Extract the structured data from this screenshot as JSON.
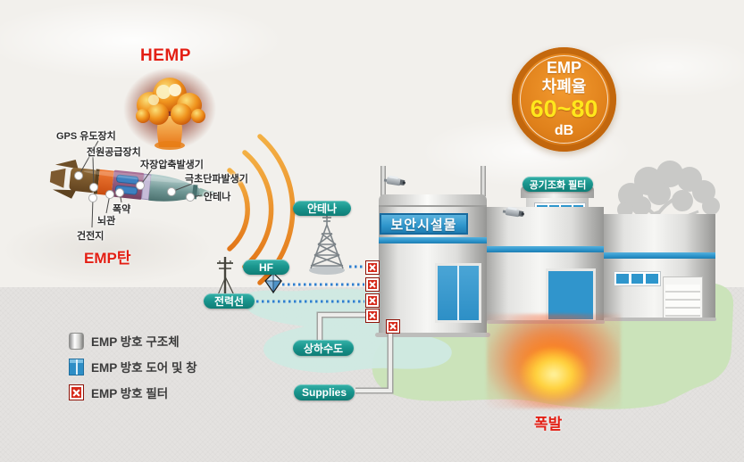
{
  "scene": {
    "hemp_title": "HEMP",
    "emp_bomb_label": "EMP탄",
    "explosion_label": "폭발"
  },
  "missile_labels": [
    "GPS 유도장치",
    "전원공급장치",
    "자장압축발생기",
    "극초단파발생기",
    "안테나",
    "폭약",
    "뇌관",
    "건전지"
  ],
  "badge": {
    "line1": "EMP",
    "line2": "차폐율",
    "value": "60~80",
    "unit": "dB"
  },
  "facility": {
    "sign": "보안시설물",
    "air_filter": "공기조화 필터"
  },
  "connections": {
    "antenna": "안테나",
    "hf": "HF",
    "power_line": "전력선",
    "water": "상하수도",
    "supplies": "Supplies"
  },
  "legend": [
    {
      "label": "EMP 방호 구조체"
    },
    {
      "label": "EMP 방호 도어 및 창"
    },
    {
      "label": "EMP 방호 필터"
    }
  ],
  "colors": {
    "sky": "#f2f0ec",
    "ground": "#e4e2e0",
    "grass": "#cbe3ba",
    "pond": "#cfe9e2",
    "pill_teal": "#17948c",
    "facility_blue": "#2e96cc",
    "alert_red": "#e31f14",
    "badge_orange": "#e0811b",
    "badge_value_yellow": "#ffe71c",
    "wave_orange": "#ee9025"
  }
}
